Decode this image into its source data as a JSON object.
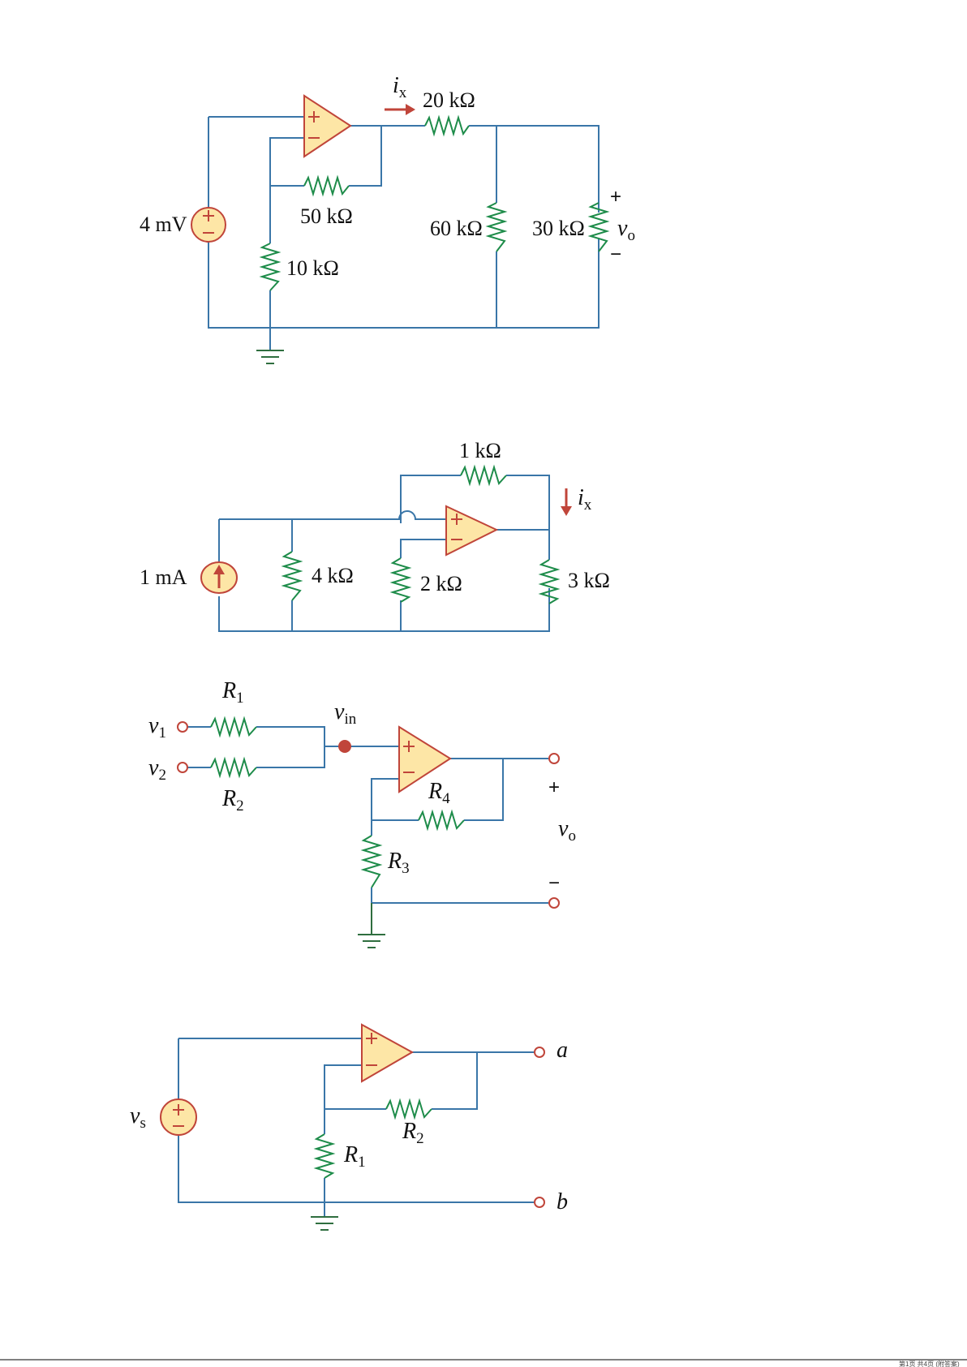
{
  "figures": [
    {
      "labels": {
        "source": "4 mV",
        "r_20k": "20 kΩ",
        "r_50k": "50 kΩ",
        "r_10k": "10 kΩ",
        "r_60k": "60 kΩ",
        "r_30k": "30 kΩ",
        "current": "i",
        "current_sub": "x",
        "output": "v",
        "output_sub": "o",
        "plus": "+",
        "minus": "−"
      }
    },
    {
      "labels": {
        "source": "1 mA",
        "r_1k": "1 kΩ",
        "r_4k": "4 kΩ",
        "r_2k": "2 kΩ",
        "r_3k": "3 kΩ",
        "current": "i",
        "current_sub": "x"
      }
    },
    {
      "labels": {
        "v1": "v",
        "v1_sub": "1",
        "v2": "v",
        "v2_sub": "2",
        "r1": "R",
        "r1_sub": "1",
        "r2": "R",
        "r2_sub": "2",
        "r3": "R",
        "r3_sub": "3",
        "r4": "R",
        "r4_sub": "4",
        "vin": "v",
        "vin_sub": "in",
        "output": "v",
        "output_sub": "o",
        "plus": "+",
        "minus": "−"
      }
    },
    {
      "labels": {
        "source": "v",
        "source_sub": "s",
        "r1": "R",
        "r1_sub": "1",
        "r2": "R",
        "r2_sub": "2",
        "terminal_a": "a",
        "terminal_b": "b"
      }
    }
  ],
  "colors": {
    "wire": "#3a76a8",
    "resistor": "#1e8c4a",
    "component_outline": "#c0453a",
    "component_fill": "#fde6a6"
  },
  "footer": {
    "text": "第1页 共4页 (附答案)"
  }
}
